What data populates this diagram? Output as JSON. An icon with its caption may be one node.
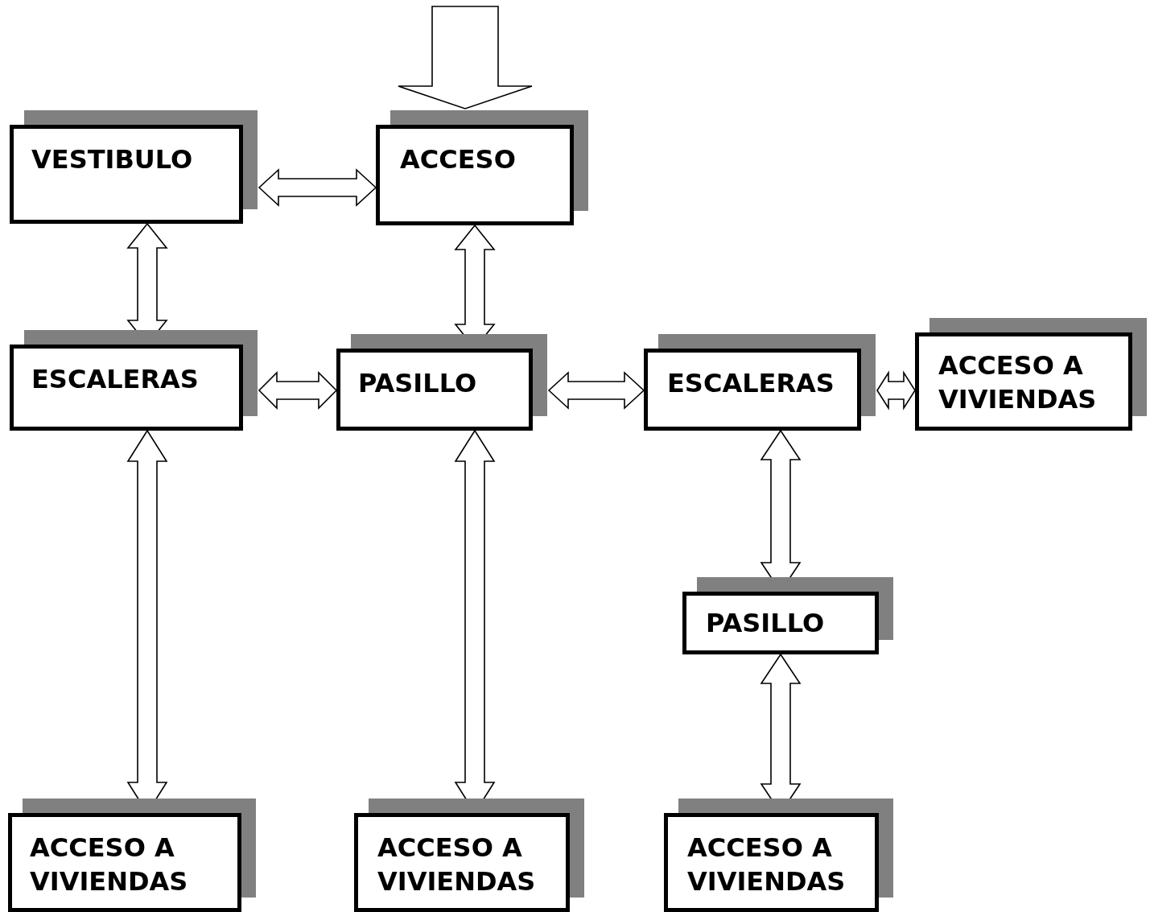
{
  "diagram": {
    "nodes": [
      {
        "text": [
          "VESTIBULO"
        ]
      },
      {
        "text": [
          "ACCESO"
        ]
      },
      {
        "text": [
          "ESCALERAS"
        ]
      },
      {
        "text": [
          "PASILLO"
        ]
      },
      {
        "text": [
          "ESCALERAS"
        ]
      },
      {
        "text": [
          "ACCESO A VIVIENDAS"
        ]
      },
      {
        "text": [
          "PASILLO"
        ]
      },
      {
        "text": [
          "ACCESO A VIVIENDAS"
        ]
      },
      {
        "text": [
          "ACCESO A VIVIENDAS"
        ]
      },
      {
        "text": [
          "ACCESO A VIVIENDAS"
        ]
      }
    ],
    "edges": [
      {
        "from": null,
        "to": 1,
        "arrow": "to"
      },
      {
        "from": 0,
        "to": 1,
        "arrow": "both"
      },
      {
        "from": 0,
        "to": 2,
        "arrow": "both"
      },
      {
        "from": 1,
        "to": 3,
        "arrow": "both"
      },
      {
        "from": 2,
        "to": 3,
        "arrow": "both"
      },
      {
        "from": 3,
        "to": 4,
        "arrow": "both"
      },
      {
        "from": 4,
        "to": 5,
        "arrow": "both"
      },
      {
        "from": 2,
        "to": 7,
        "arrow": "both"
      },
      {
        "from": 3,
        "to": 8,
        "arrow": "both"
      },
      {
        "from": 4,
        "to": 6,
        "arrow": "both"
      },
      {
        "from": 6,
        "to": 9,
        "arrow": "both"
      }
    ]
  }
}
